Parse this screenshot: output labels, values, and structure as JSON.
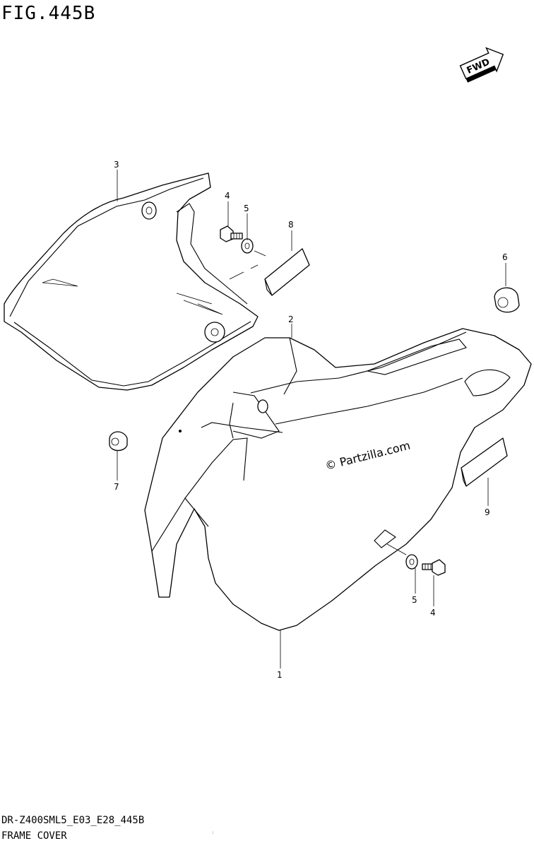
{
  "figure": {
    "title": "FIG.445B",
    "code": "DR-Z400SML5_E03_E28_445B",
    "name": "FRAME COVER",
    "fine_print": "1"
  },
  "fwd_badge": {
    "label": "FWD"
  },
  "watermark": "© Partzilla.com",
  "callouts": {
    "c1": "1",
    "c2": "2",
    "c3": "3",
    "c4a": "4",
    "c4b": "4",
    "c5a": "5",
    "c5b": "5",
    "c6": "6",
    "c7": "7",
    "c8": "8",
    "c9": "9"
  }
}
